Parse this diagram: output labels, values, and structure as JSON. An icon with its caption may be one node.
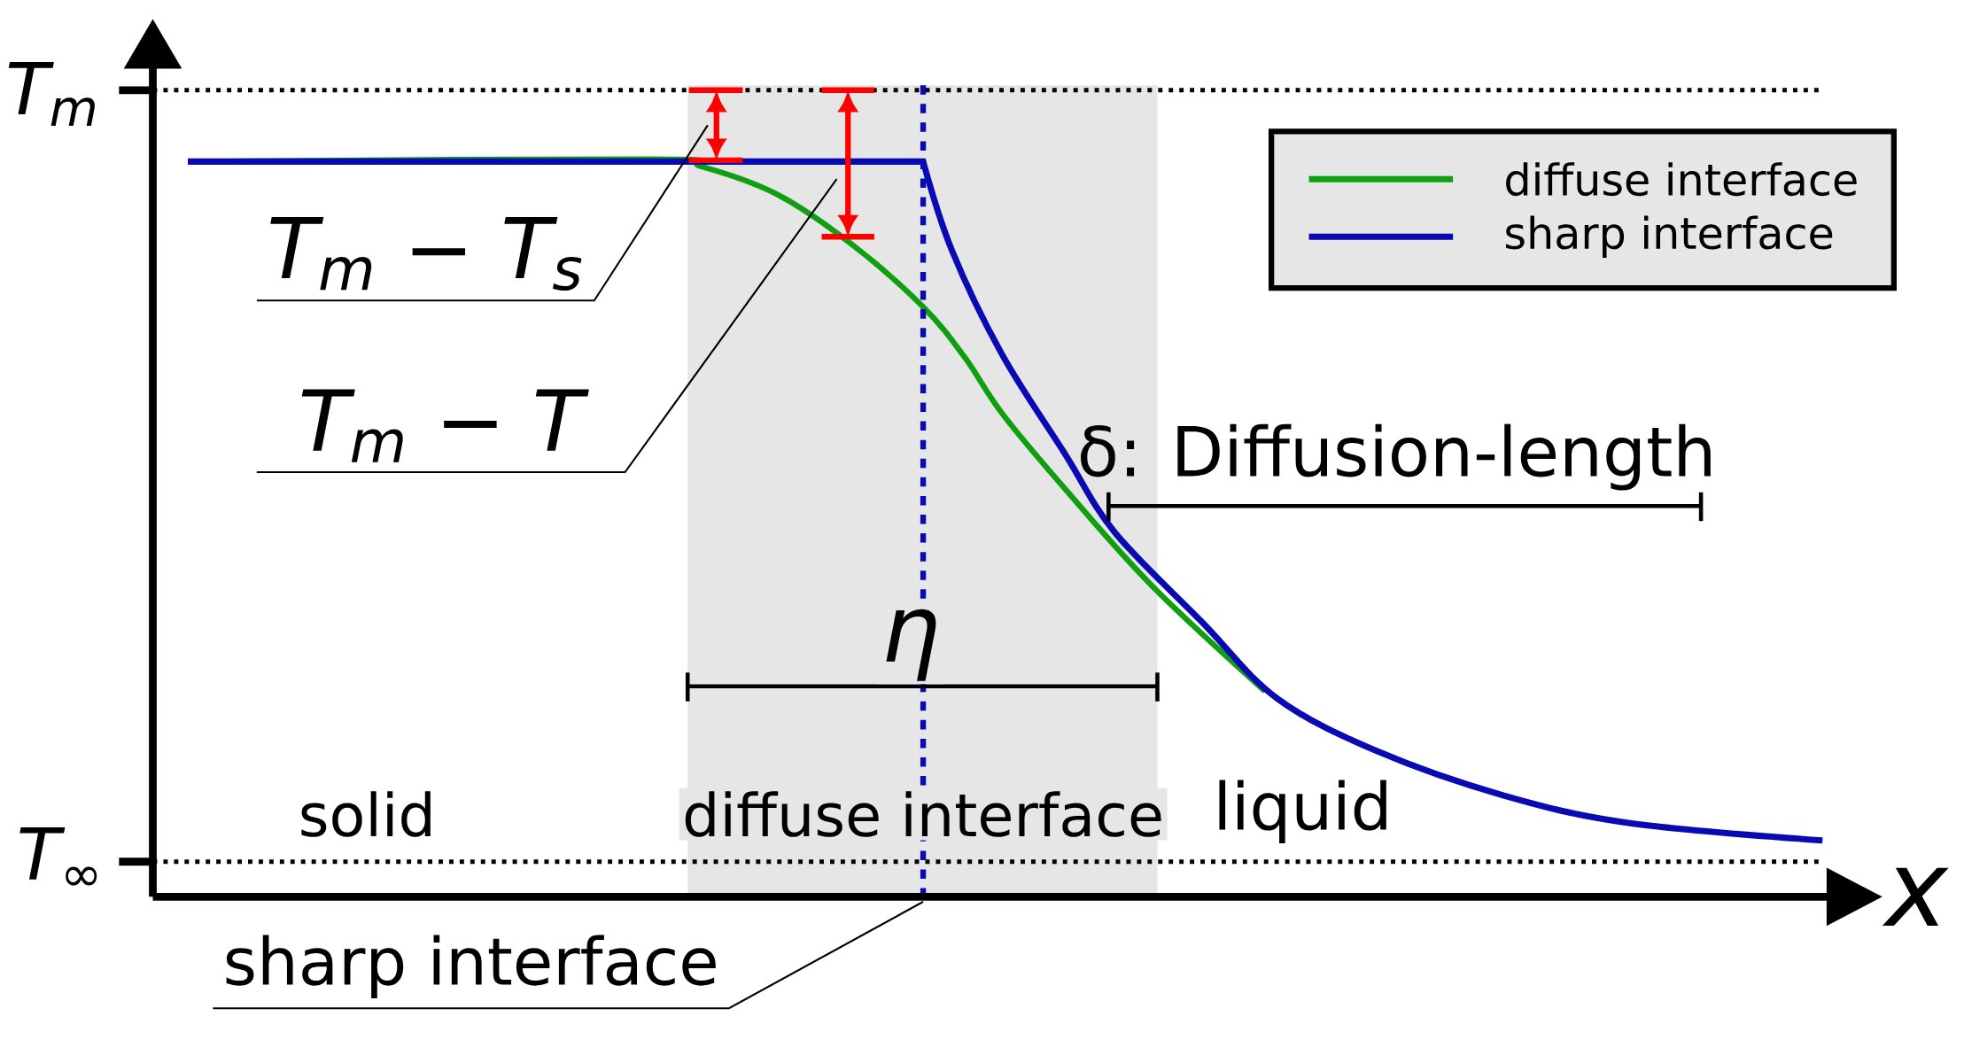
{
  "diagram": {
    "nodes": [
      {
        "text": [
          "T$_{m}$ − T$_{s}$"
        ]
      },
      {
        "text": [
          "T$_{m}$ − T"
        ]
      },
      {
        "text": [
          "sharp interface"
        ]
      }
    ],
    "edges": [
      {
        "from": 0,
        "to": null,
        "arrow": "none"
      },
      {
        "from": 1,
        "to": null,
        "arrow": "none"
      },
      {
        "from": 2,
        "to": null,
        "arrow": "none"
      }
    ],
    "labels": [
      "T$_{m}$",
      "δ: Diffusion-length",
      "η",
      "solid",
      "diffuse interface",
      "liquid",
      "T$_{∞}$",
      "x"
    ],
    "legend": [
      {
        "text": "diffuse interface"
      },
      {
        "text": "sharp interface"
      }
    ]
  }
}
